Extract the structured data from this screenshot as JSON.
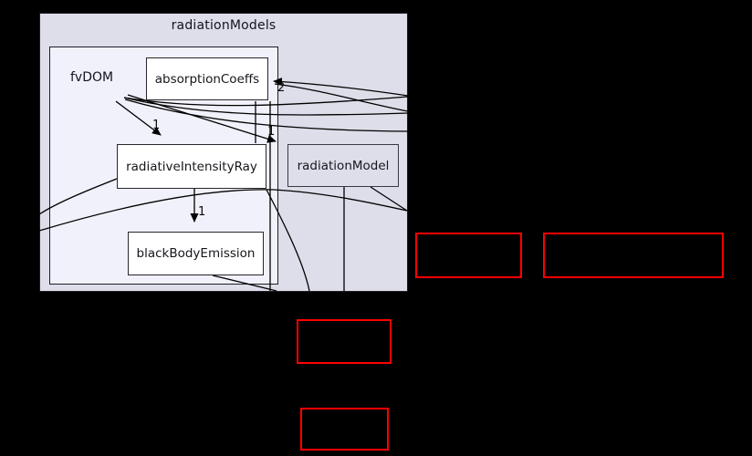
{
  "diagram": {
    "type": "directory-dependency-graph",
    "clusters": {
      "outer": {
        "label": "radiationModels"
      },
      "inner": {
        "label": "fvDOM"
      }
    },
    "nodes": {
      "absorptionCoeffs": {
        "label": "absorptionCoeffs"
      },
      "radiativeIntensityRay": {
        "label": "radiativeIntensityRay"
      },
      "blackBodyEmission": {
        "label": "blackBodyEmission"
      },
      "radiationModel": {
        "label": "radiationModel"
      }
    },
    "edge_labels": {
      "into_absorptionCoeffs": "2",
      "into_radiativeIntensityRay": "1",
      "into_radiationModel": "1",
      "into_blackBodyEmission": "1"
    },
    "external_boxes": {
      "count": 4,
      "note_labels_visible": ""
    },
    "colors": {
      "background": "#000000",
      "cluster_outer_fill": "#dedeea",
      "cluster_inner_fill": "#f1f1fb",
      "node_fill": "#ffffff",
      "edge": "#000000",
      "external_border": "#ff0000"
    }
  }
}
